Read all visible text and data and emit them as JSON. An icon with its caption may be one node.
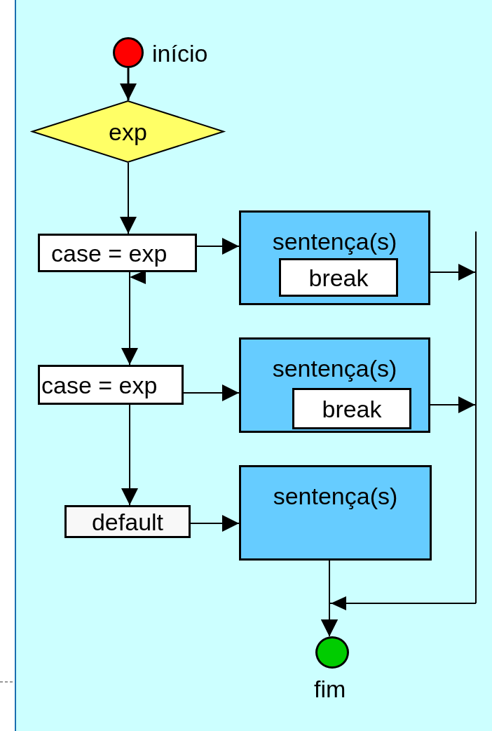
{
  "diagram": {
    "nodes": [
      {
        "text": [],
        "shape": "circle",
        "beside": [
          "início"
        ]
      },
      {
        "text": [
          "exp"
        ]
      },
      {
        "text": [
          "case = exp"
        ]
      },
      {
        "text": [
          "sentença(s)"
        ]
      },
      {
        "text": [
          "break"
        ],
        "in": 3
      },
      {
        "text": [
          "case = exp"
        ]
      },
      {
        "text": [
          "sentença(s)"
        ]
      },
      {
        "text": [
          "break"
        ],
        "in": 6
      },
      {
        "text": [
          "default"
        ]
      },
      {
        "text": [
          "sentença(s)"
        ]
      },
      {
        "text": [],
        "shape": "circle",
        "beside": [
          "fim"
        ]
      },
      {
        "text": [],
        "shape": "bar"
      }
    ],
    "edges": [
      {
        "from": 0,
        "to": 1,
        "arrow": "to"
      },
      {
        "from": 1,
        "to": 2,
        "arrow": "to"
      },
      {
        "from": 2,
        "to": 3,
        "arrow": "to"
      },
      {
        "from": 2,
        "to": 5,
        "arrow": "to"
      },
      {
        "from": 4,
        "to": 11,
        "arrow": "to"
      },
      {
        "from": 5,
        "to": 6,
        "arrow": "to"
      },
      {
        "from": 7,
        "to": 11,
        "arrow": "to"
      },
      {
        "from": 5,
        "to": 8,
        "arrow": "to"
      },
      {
        "from": 8,
        "to": 9,
        "arrow": "to"
      },
      {
        "from": 9,
        "to": 10,
        "arrow": "to"
      },
      {
        "from": 11,
        "to": 10,
        "arrow": "to"
      }
    ]
  }
}
